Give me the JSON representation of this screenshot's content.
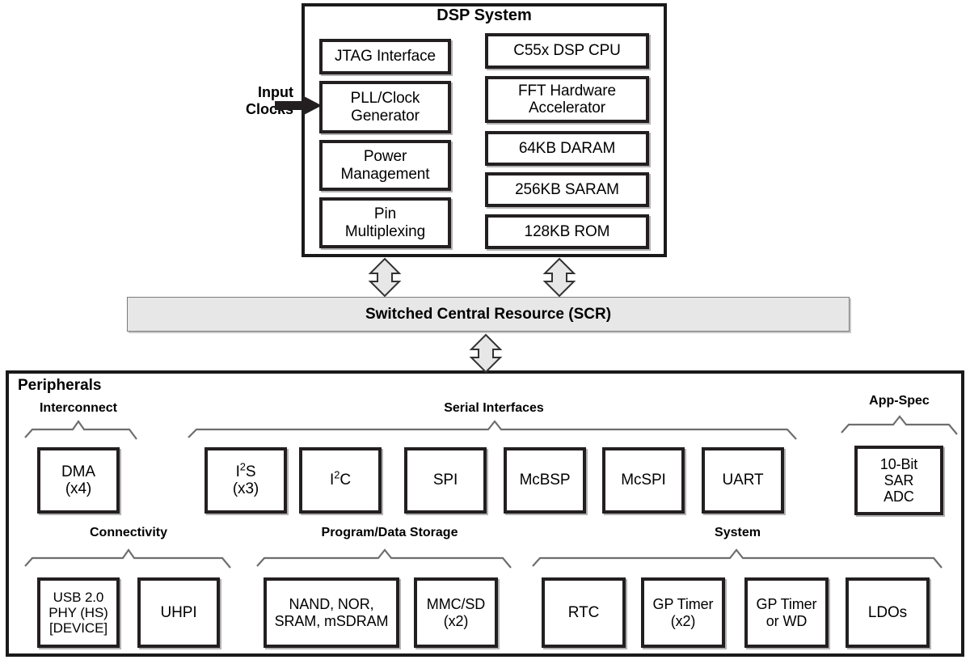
{
  "diagram": {
    "title": "DSP System",
    "input_label_line1": "Input",
    "input_label_line2": "Clocks",
    "scr_label": "Switched Central Resource (SCR)",
    "peripherals_title": "Peripherals"
  },
  "dsp_system": {
    "left_column": [
      {
        "name": "jtag-interface",
        "text": "JTAG Interface"
      },
      {
        "name": "pll-clock-generator",
        "text": "PLL/Clock\nGenerator"
      },
      {
        "name": "power-management",
        "text": "Power\nManagement"
      },
      {
        "name": "pin-multiplexing",
        "text": "Pin\nMultiplexing"
      }
    ],
    "right_column": [
      {
        "name": "c55x-dsp-cpu",
        "text": "C55x DSP CPU"
      },
      {
        "name": "fft-hardware-accelerator",
        "text": "FFT Hardware\nAccelerator"
      },
      {
        "name": "daram",
        "text": "64KB DARAM"
      },
      {
        "name": "saram",
        "text": "256KB SARAM"
      },
      {
        "name": "rom",
        "text": "128KB ROM"
      }
    ]
  },
  "peripherals": {
    "groups": [
      {
        "name": "interconnect",
        "label": "Interconnect",
        "blocks": [
          {
            "name": "dma",
            "line1": "DMA",
            "line2": "(x4)"
          }
        ]
      },
      {
        "name": "serial-interfaces",
        "label": "Serial Interfaces",
        "blocks": [
          {
            "name": "i2s",
            "line1": "I2S",
            "line2": "(x3)"
          },
          {
            "name": "i2c",
            "line1": "I2C",
            "line2": ""
          },
          {
            "name": "spi",
            "line1": "SPI",
            "line2": ""
          },
          {
            "name": "mcbsp",
            "line1": "McBSP",
            "line2": ""
          },
          {
            "name": "mcspi",
            "line1": "McSPI",
            "line2": ""
          },
          {
            "name": "uart",
            "line1": "UART",
            "line2": ""
          }
        ]
      },
      {
        "name": "app-spec",
        "label": "App-Spec",
        "blocks": [
          {
            "name": "sar-adc",
            "line1": "10-Bit",
            "line2": "SAR",
            "line3": "ADC"
          }
        ]
      },
      {
        "name": "connectivity",
        "label": "Connectivity",
        "blocks": [
          {
            "name": "usb-phy",
            "line1": "USB 2.0",
            "line2": "PHY (HS)",
            "line3": "[DEVICE]"
          },
          {
            "name": "uhpi",
            "line1": "UHPI",
            "line2": ""
          }
        ]
      },
      {
        "name": "program-data-storage",
        "label": "Program/Data Storage",
        "blocks": [
          {
            "name": "external-memory",
            "line1": "NAND, NOR,",
            "line2": "SRAM, mSDRAM"
          },
          {
            "name": "mmc-sd",
            "line1": "MMC/SD",
            "line2": "(x2)"
          }
        ]
      },
      {
        "name": "system",
        "label": "System",
        "blocks": [
          {
            "name": "rtc",
            "line1": "RTC",
            "line2": ""
          },
          {
            "name": "gp-timer",
            "line1": "GP Timer",
            "line2": "(x2)"
          },
          {
            "name": "gp-timer-wd",
            "line1": "GP Timer",
            "line2": "or WD"
          },
          {
            "name": "ldos",
            "line1": "LDOs",
            "line2": ""
          }
        ]
      }
    ]
  },
  "colors": {
    "line": "#231f20",
    "bar_fill": "#e7e7e7",
    "bar_stroke": "#7c7c7c",
    "brace": "#6e6e6e"
  }
}
